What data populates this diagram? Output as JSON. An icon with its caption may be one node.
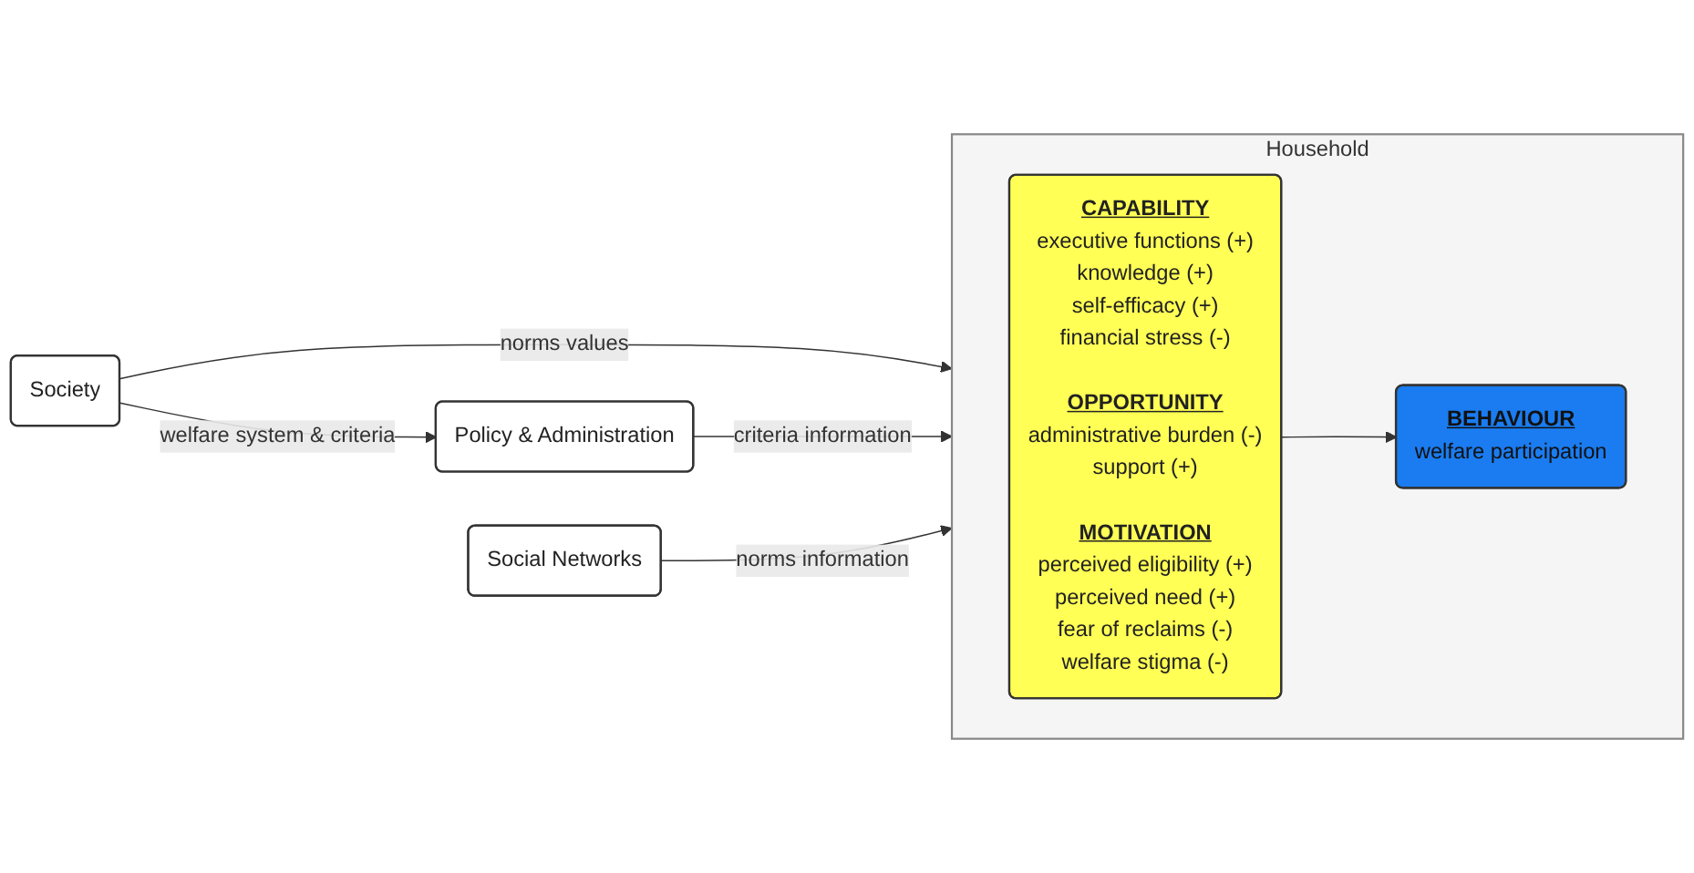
{
  "diagram": {
    "nodes": [
      {
        "text": [
          "Society"
        ]
      },
      {
        "text": [
          "Policy & Administration"
        ]
      },
      {
        "text": [
          "Social Networks"
        ]
      },
      {
        "text": [
          "Household"
        ]
      },
      {
        "text": [
          "CAPABILITY",
          "executive functions (+)",
          "knowledge (+)",
          "self-efficacy (+)",
          "financial stress (-)",
          "OPPORTUNITY",
          "administrative burden (-)",
          "support (+)",
          "MOTIVATION",
          "perceived eligibility (+)",
          "perceived need (+)",
          "fear of reclaims (-)",
          "welfare stigma (-)"
        ],
        "in": 3
      },
      {
        "text": [
          "BEHAVIOUR",
          "welfare participation"
        ],
        "in": 3
      }
    ],
    "edges": [
      {
        "from": 0,
        "to": 3,
        "arrow": "to",
        "label": "norms values"
      },
      {
        "from": 0,
        "to": 1,
        "arrow": "to",
        "label": "welfare system & criteria"
      },
      {
        "from": 1,
        "to": 3,
        "arrow": "to",
        "label": "criteria information"
      },
      {
        "from": 2,
        "to": 3,
        "arrow": "to",
        "label": "norms information"
      },
      {
        "from": 4,
        "to": 5,
        "arrow": "to"
      }
    ]
  }
}
